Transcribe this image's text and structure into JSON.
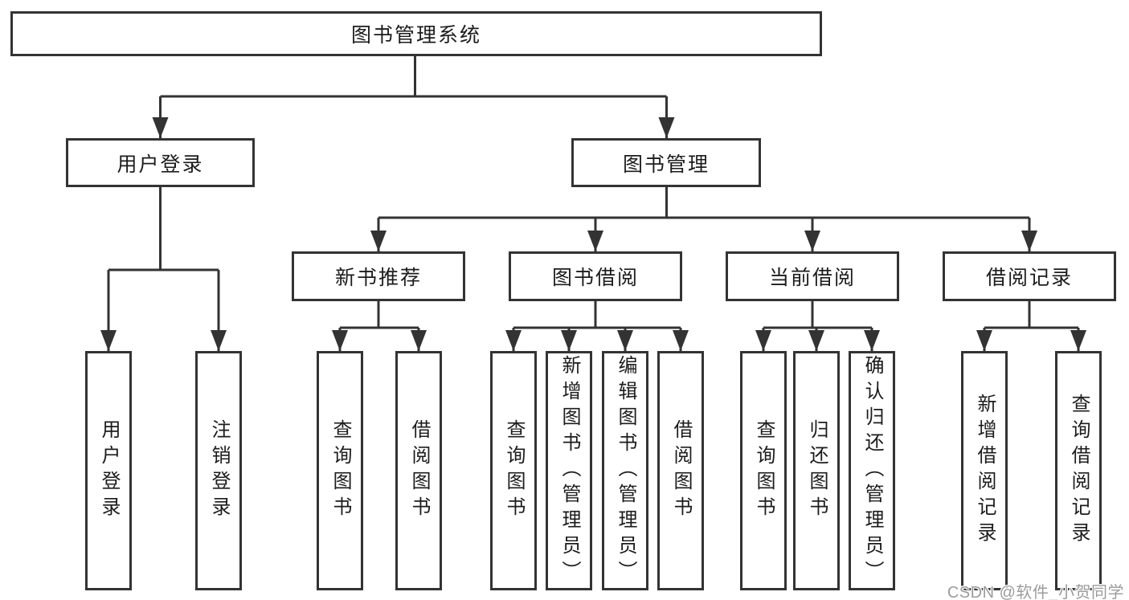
{
  "diagram": {
    "title": "图书管理系统",
    "level2": [
      {
        "label": "用户登录"
      },
      {
        "label": "图书管理"
      }
    ],
    "level3": [
      {
        "label": "新书推荐"
      },
      {
        "label": "图书借阅"
      },
      {
        "label": "当前借阅"
      },
      {
        "label": "借阅记录"
      }
    ],
    "leaves": {
      "user_login": [
        "用户登录",
        "注销登录"
      ],
      "new_book": [
        "查询图书",
        "借阅图书"
      ],
      "book_borrow": [
        "查询图书",
        "新增图书（管理员）",
        "编辑图书（管理员）",
        "借阅图书"
      ],
      "current_borrow": [
        "查询图书",
        "归还图书",
        "确认归还（管理员）"
      ],
      "borrow_records": [
        "新增借阅记录",
        "查询借阅记录"
      ]
    }
  },
  "watermark": {
    "text": "CSDN @软件_小贺同学"
  },
  "colors": {
    "line": "#333333",
    "border": "#333333",
    "text": "#1c1c1c",
    "watermark": "#9c9c9c",
    "background": "#ffffff"
  }
}
